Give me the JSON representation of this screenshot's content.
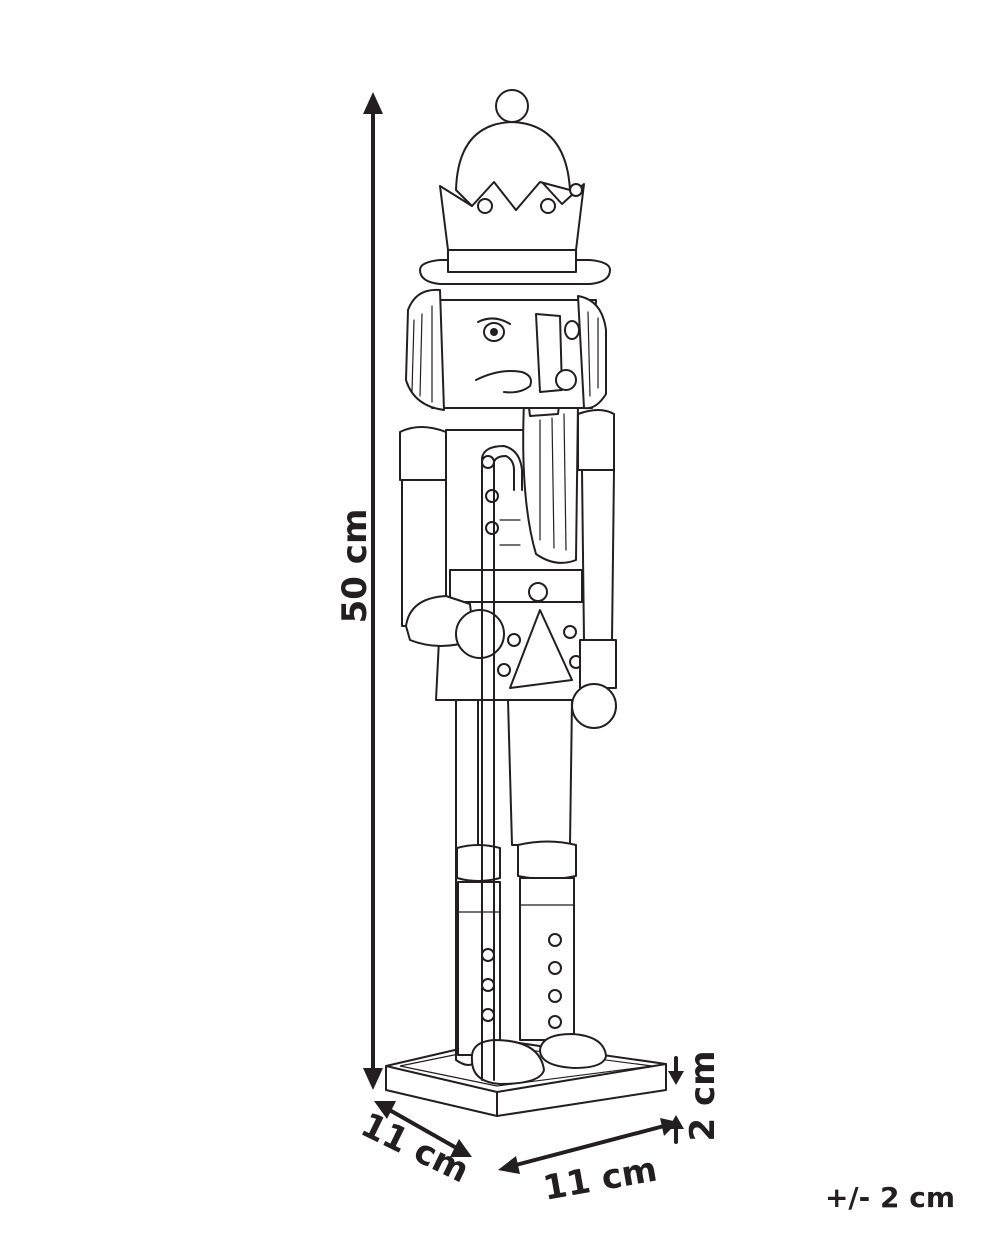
{
  "figure": {
    "subject_icon": "nutcracker-soldier-icon",
    "line_color": "#231f20",
    "background": "#ffffff"
  },
  "dimensions": {
    "height": "50 cm",
    "base_depth": "11 cm",
    "base_width": "11 cm",
    "base_height": "2 cm"
  },
  "tolerance": "+/- 2 cm"
}
